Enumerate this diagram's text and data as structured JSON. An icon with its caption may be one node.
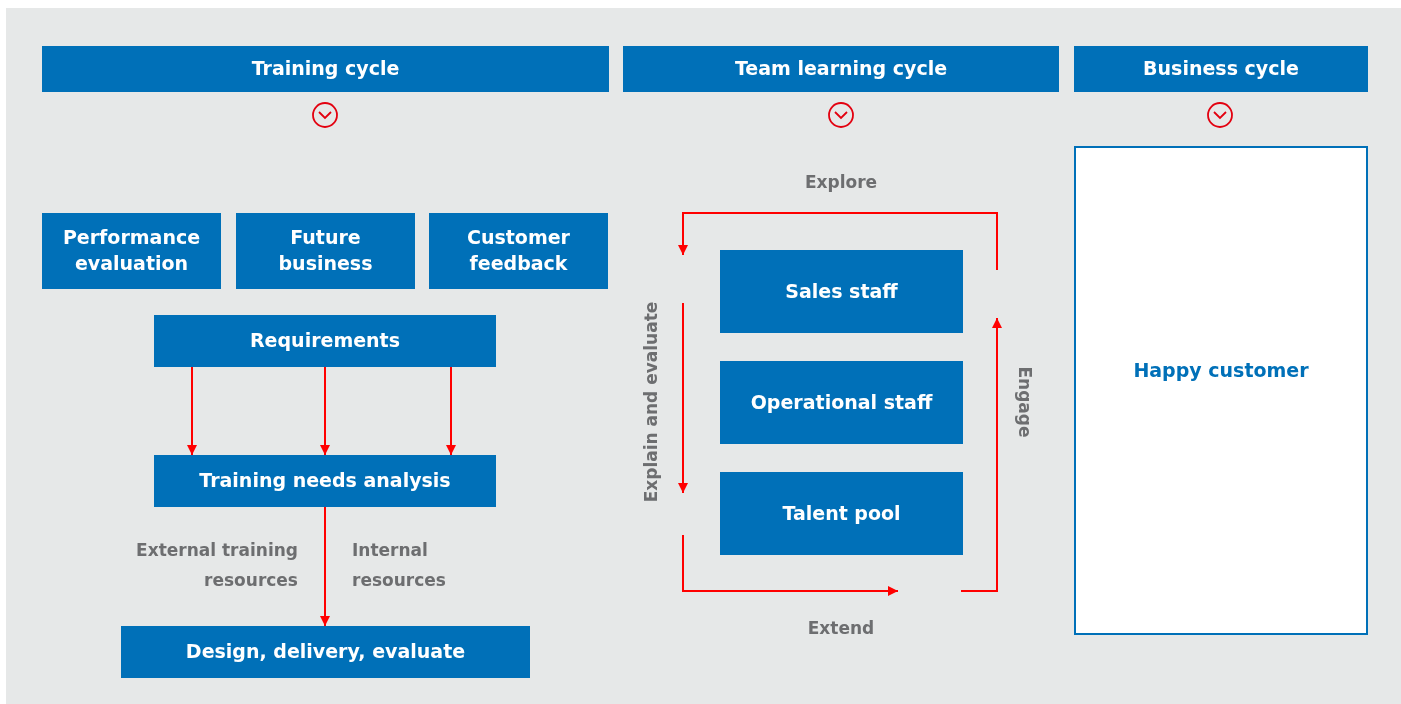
{
  "diagram": {
    "nodes": [
      {
        "text": [
          "Training cycle"
        ]
      },
      {
        "text": [
          "Team learning cycle"
        ]
      },
      {
        "text": [
          "Business cycle"
        ]
      },
      {
        "text": [
          "Performance evaluation"
        ]
      },
      {
        "text": [
          "Future business"
        ]
      },
      {
        "text": [
          "Customer feedback"
        ]
      },
      {
        "text": [
          "Requirements"
        ]
      },
      {
        "text": [
          "Training needs analysis"
        ]
      },
      {
        "text": [
          "Design, delivery, evaluate"
        ]
      },
      {
        "text": [
          "Sales staff"
        ]
      },
      {
        "text": [
          "Operational staff"
        ]
      },
      {
        "text": [
          "Talent pool"
        ]
      },
      {
        "text": [
          "Happy customer"
        ]
      }
    ],
    "edges": [
      {
        "from": 6,
        "to": 7,
        "arrow": "to"
      },
      {
        "from": 6,
        "to": 7,
        "arrow": "to"
      },
      {
        "from": 6,
        "to": 7,
        "arrow": "to"
      },
      {
        "from": 7,
        "to": 8,
        "arrow": "to"
      }
    ],
    "labels": [
      "External training resources",
      "Internal resources",
      "Explore",
      "Explain and evaluate",
      "Engage",
      "Extend"
    ]
  }
}
